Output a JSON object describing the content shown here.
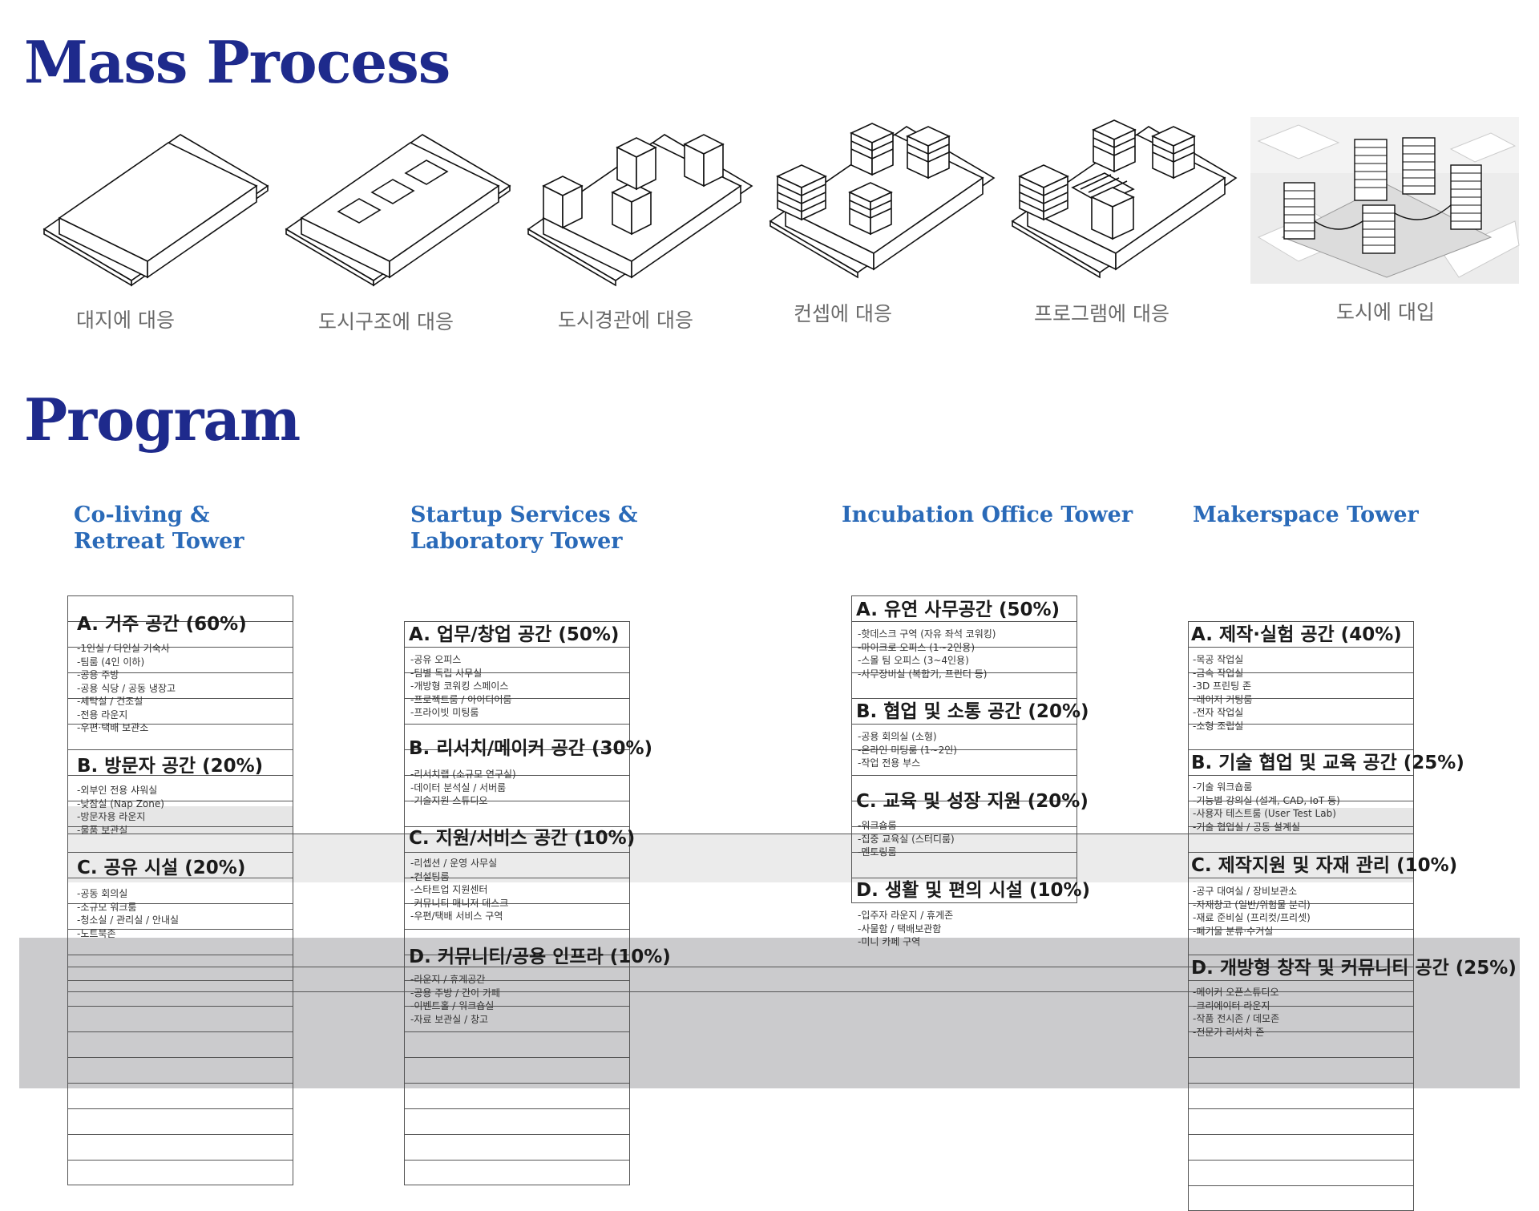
{
  "mass_process": {
    "title": "Mass Process",
    "steps": [
      {
        "label": "대지에 대응",
        "icon": "slab-mass-icon"
      },
      {
        "label": "도시구조에 대응",
        "icon": "courtyard-mass-icon"
      },
      {
        "label": "도시경관에 대응",
        "icon": "massing-towers-icon"
      },
      {
        "label": "컨셉에 대응",
        "icon": "terraced-towers-icon"
      },
      {
        "label": "프로그램에 대응",
        "icon": "program-towers-icon"
      },
      {
        "label": "도시에 대입",
        "icon": "rendered-site-model-image"
      }
    ]
  },
  "program": {
    "title": "Program",
    "towers": [
      {
        "title": "Co-living &\nRetreat Tower",
        "sections": [
          {
            "heading": "A. 거주 공간 (60%)",
            "items": [
              "-1인실 / 다인실 기숙사",
              "-팀룸 (4인 이하)",
              "-공용 주방",
              "-공용 식당 / 공동 냉장고",
              "-세탁실 / 건조실",
              "-전용 라운지",
              "-우편·택배 보관소"
            ]
          },
          {
            "heading": "B. 방문자 공간 (20%)",
            "items": [
              "-외부인 전용 샤워실",
              "-낮잠실 (Nap Zone)",
              "-방문자용 라운지",
              "-물품 보관실"
            ]
          },
          {
            "heading": "C. 공유 시설 (20%)",
            "items": [
              "-공동 회의실",
              "-소규모 워크룸",
              "-청소실 / 관리실 / 안내실",
              "-노트북존"
            ]
          }
        ]
      },
      {
        "title": "Startup Services &\nLaboratory Tower",
        "sections": [
          {
            "heading": "A. 업무/창업 공간 (50%)",
            "items": [
              "-공유 오피스",
              "-팀별 독립 사무실",
              "-개방형 코워킹 스페이스",
              "-프로젝트룸 / 아이디어룸",
              "-프라이빗 미팅룸"
            ]
          },
          {
            "heading": "B. 리서치/메이커 공간 (30%)",
            "items": [
              "-리서치랩 (소규모 연구실)",
              "-데이터 분석실 / 서버룸",
              "-기술지원 스튜디오"
            ]
          },
          {
            "heading": "C. 지원/서비스 공간 (10%)",
            "items": [
              "-리셉션 / 운영 사무실",
              "-컨설팅룸",
              "-스타트업 지원센터",
              "-커뮤니티 매니저 데스크",
              "-우편/택배 서비스 구역"
            ]
          },
          {
            "heading": "D. 커뮤니티/공용 인프라 (10%)",
            "items": [
              "-라운지 / 휴게공간",
              "-공용 주방 / 간이 카페",
              "-이벤트홀 / 워크숍실",
              "-자료 보관실 / 창고"
            ]
          }
        ]
      },
      {
        "title": "Incubation Office Tower",
        "sections": [
          {
            "heading": "A. 유연 사무공간 (50%)",
            "items": [
              "-핫데스크 구역 (자유 좌석 코워킹)",
              "-마이크로 오피스 (1~2인용)",
              "-스몰 팀 오피스 (3~4인용)",
              "-사무장비실 (복합기, 프린터 등)"
            ]
          },
          {
            "heading": "B. 협업 및 소통 공간 (20%)",
            "items": [
              "-공용 회의실 (소형)",
              "-온라인 미팅룸 (1~2인)",
              "-작업 전용 부스"
            ]
          },
          {
            "heading": "C. 교육 및 성장 지원 (20%)",
            "items": [
              "-워크숍룸",
              "-집중 교육실 (스터디룸)",
              "-멘토링룸"
            ]
          },
          {
            "heading": "D. 생활 및 편의 시설 (10%)",
            "items": [
              "-입주자 라운지 / 휴게존",
              "-사물함 / 택배보관함",
              "-미니 카페 구역"
            ]
          }
        ]
      },
      {
        "title": "Makerspace Tower",
        "sections": [
          {
            "heading": "A. 제작·실험 공간 (40%)",
            "items": [
              "-목공 작업실",
              "-금속 작업실",
              "-3D 프린팅 존",
              "-레이저 커팅룸",
              "-전자 작업실",
              "-소형 조립실"
            ]
          },
          {
            "heading": "B. 기술 협업 및 교육 공간 (25%)",
            "items": [
              "-기술 워크숍룸",
              "-기능별 강의실 (설계, CAD, IoT 등)",
              "-사용자 테스트룸 (User Test Lab)",
              "-기술 협업실 / 공동 설계실"
            ]
          },
          {
            "heading": "C. 제작지원 및 자재 관리 (10%)",
            "items": [
              "-공구 대여실 / 장비보관소",
              "-자재창고 (일반/위험물 분리)",
              "-재료 준비실 (프리컷/프리셋)",
              "-폐기물 분류·수거실"
            ]
          },
          {
            "heading": "D. 개방형 창작 및 커뮤니티 공간 (25%)",
            "items": [
              "-메이커 오픈스튜디오",
              "-크리에이터 라운지",
              "-작품 전시존 / 데모존",
              "-전문가 리서치 존"
            ]
          }
        ]
      }
    ]
  }
}
